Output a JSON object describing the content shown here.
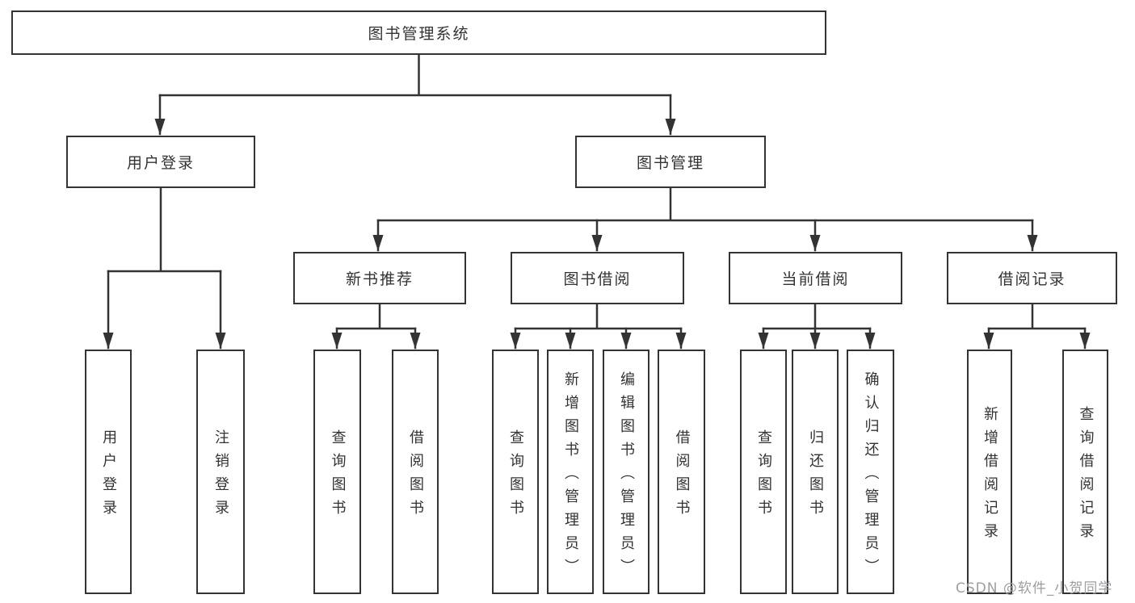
{
  "diagram": {
    "title": "图书管理系统",
    "level2": {
      "user_login": "用户登录",
      "book_mgmt": "图书管理"
    },
    "level3": {
      "new_book_rec": "新书推荐",
      "book_borrow": "图书借阅",
      "current_borrow": "当前借阅",
      "borrow_records": "借阅记录"
    },
    "leaves": {
      "user_login_1": "用户登录",
      "user_login_2": "注销登录",
      "new_book_1": "查询图书",
      "new_book_2": "借阅图书",
      "borrow_1": "查询图书",
      "borrow_2": "新增图书（管理员）",
      "borrow_3": "编辑图书（管理员）",
      "borrow_4": "借阅图书",
      "current_1": "查询图书",
      "current_2": "归还图书",
      "current_3": "确认归还（管理员）",
      "records_1": "新增借阅记录",
      "records_2": "查询借阅记录"
    }
  },
  "watermark": {
    "text": "CSDN @软件_小贺同学"
  },
  "colors": {
    "line": "#333333",
    "box_border": "#333333",
    "text": "#333333",
    "background": "#ffffff",
    "watermark": "#9e9ea2"
  }
}
